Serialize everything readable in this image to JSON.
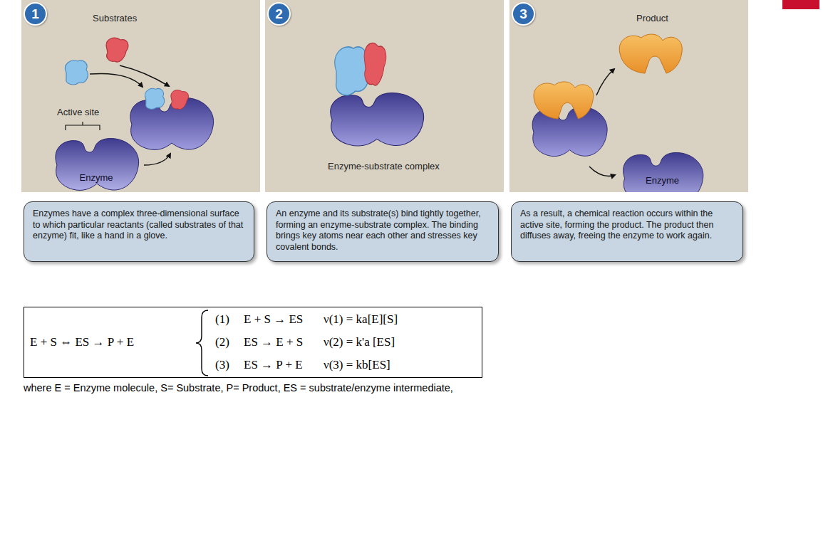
{
  "diagram": {
    "nodes": [
      {
        "text": [
          "Substrates",
          "Active site"
        ]
      },
      {
        "text": [
          "1"
        ],
        "in": 0
      },
      {
        "text": [
          "Enzyme"
        ],
        "in": 0
      },
      {
        "text": [
          "Enzymes have a complex three-dimensional surface to which particular reactants (called substrates of that enzyme) fit, like a hand in a glove."
        ]
      },
      {
        "text": [
          "Enzyme-substrate complex"
        ]
      },
      {
        "text": [
          "2"
        ],
        "in": 4
      },
      {
        "text": [
          "An enzyme and its substrate(s) bind tightly together, forming an enzyme-substrate complex. The binding brings key atoms near each other and stresses key covalent bonds."
        ]
      },
      {
        "text": [
          "Product"
        ]
      },
      {
        "text": [
          "3"
        ],
        "in": 7
      },
      {
        "text": [
          "Enzyme"
        ],
        "in": 7
      },
      {
        "text": [
          "As a result, a chemical reaction occurs within the active site, forming the product. The product then diffuses away, freeing the enzyme to work again."
        ]
      },
      {
        "text": [
          "E + S ⇔ ES → P + E",
          "(1)",
          "E + S → ES",
          "ν(1) = ka[E][S]",
          "(2)",
          "ES → E + S",
          "ν(2) = k'a [ES]",
          "(3)",
          "ES → P + E",
          "ν(3) = kb[ES]"
        ]
      }
    ],
    "labels": [
      "where E = Enzyme molecule, S= Substrate, P= Product, ES = substrate/enzyme intermediate,"
    ]
  }
}
